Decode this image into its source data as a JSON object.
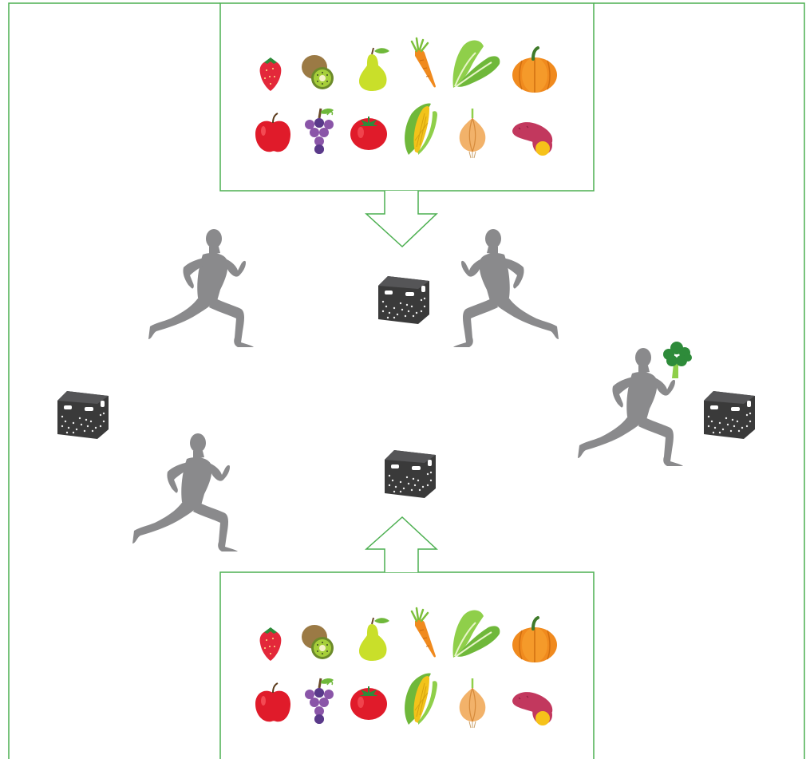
{
  "colors": {
    "frame": "#4caf50",
    "runner": "#8a8a8c",
    "crate": "#3a3a3a",
    "crate_dots": "#ffffff"
  },
  "produce_bins": [
    {
      "position": "top",
      "rows": [
        [
          "strawberry-icon",
          "kiwi-icon",
          "pear-icon",
          "carrot-icon",
          "lettuce-icon",
          "pumpkin-icon"
        ],
        [
          "apple-icon",
          "grapes-icon",
          "tomato-icon",
          "corn-icon",
          "onion-icon",
          "sweet-potato-icon"
        ]
      ]
    },
    {
      "position": "bottom",
      "rows": [
        [
          "strawberry-icon",
          "kiwi-icon",
          "pear-icon",
          "carrot-icon",
          "lettuce-icon",
          "pumpkin-icon"
        ],
        [
          "apple-icon",
          "grapes-icon",
          "tomato-icon",
          "corn-icon",
          "onion-icon",
          "sweet-potato-icon"
        ]
      ]
    }
  ],
  "arrows": [
    {
      "direction": "down",
      "from": "top-bin"
    },
    {
      "direction": "up",
      "from": "bottom-bin"
    }
  ],
  "runners": [
    {
      "name": "runner-upper-left",
      "facing": "right",
      "carrying": null
    },
    {
      "name": "runner-upper-center",
      "facing": "left",
      "carrying": null
    },
    {
      "name": "runner-lower-left",
      "facing": "right",
      "carrying": null
    },
    {
      "name": "runner-right",
      "facing": "right",
      "carrying": "broccoli-icon"
    }
  ],
  "crates": [
    "crate-center-top",
    "crate-left",
    "crate-center-bottom",
    "crate-right"
  ]
}
